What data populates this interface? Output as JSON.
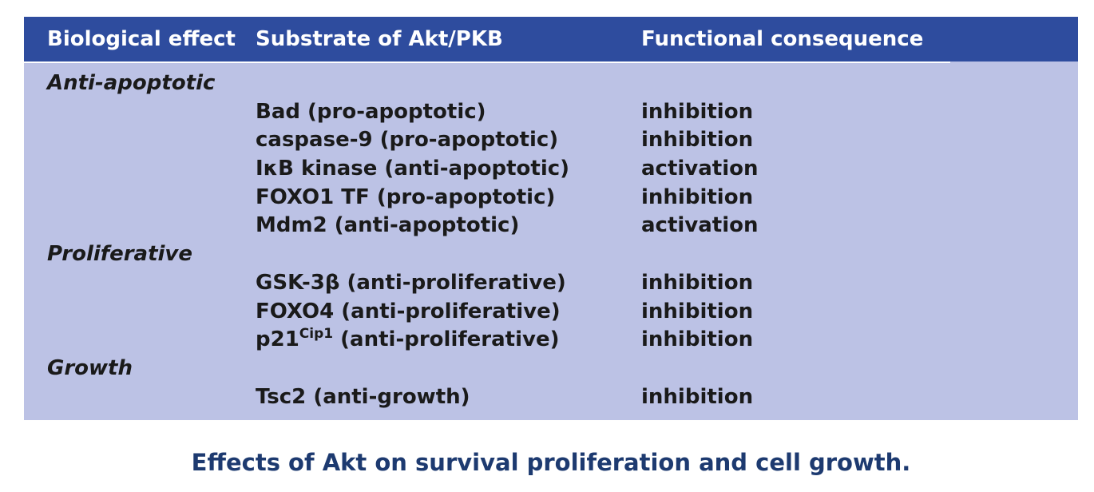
{
  "table": {
    "headers": [
      "Biological effect",
      "Substrate of Akt/PKB",
      "Functional consequence"
    ],
    "groups": [
      {
        "label": "Anti-apoptotic",
        "rows": [
          {
            "substrate": "Bad (pro-apoptotic)",
            "consequence": "inhibition"
          },
          {
            "substrate": "caspase-9 (pro-apoptotic)",
            "consequence": "inhibition"
          },
          {
            "substrate": "IκB kinase (anti-apoptotic)",
            "consequence": "activation"
          },
          {
            "substrate": "FOXO1 TF (pro-apoptotic)",
            "consequence": "inhibition"
          },
          {
            "substrate": "Mdm2 (anti-apoptotic)",
            "consequence": "activation"
          }
        ]
      },
      {
        "label": "Proliferative",
        "rows": [
          {
            "substrate": "GSK-3β (anti-proliferative)",
            "consequence": "inhibition"
          },
          {
            "substrate": "FOXO4 (anti-proliferative)",
            "consequence": "inhibition"
          },
          {
            "substrate_base": "p21",
            "substrate_sup": "Cip1",
            "substrate_rest": " (anti-proliferative)",
            "consequence": "inhibition"
          }
        ]
      },
      {
        "label": "Growth",
        "rows": [
          {
            "substrate": "Tsc2 (anti-growth)",
            "consequence": "inhibition"
          }
        ]
      }
    ]
  },
  "caption": "Effects of Akt on survival proliferation and cell growth.",
  "colors": {
    "header_bg": "#2e4c9e",
    "body_bg": "#bcc2e5",
    "caption_text": "#1d3a70"
  }
}
